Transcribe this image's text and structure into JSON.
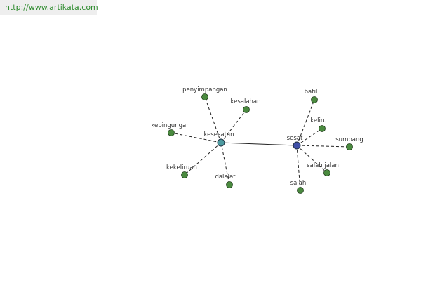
{
  "header": {
    "url": "http://www.artikata.com"
  },
  "colors": {
    "leaf_node": "#4a8a3f",
    "hub_kesesatan": "#4d9aa0",
    "hub_sesat": "#3f4fa8",
    "edge": "#222222"
  },
  "graph": {
    "hubs": [
      {
        "id": "kesesatan",
        "label": "kesesatan"
      },
      {
        "id": "sesat",
        "label": "sesat"
      }
    ],
    "leaves": [
      {
        "id": "penyimpangan",
        "label": "penyimpangan",
        "hub": "kesesatan"
      },
      {
        "id": "kesalahan",
        "label": "kesalahan",
        "hub": "kesesatan"
      },
      {
        "id": "kebingungan",
        "label": "kebingungan",
        "hub": "kesesatan"
      },
      {
        "id": "kekeliruan",
        "label": "kekeliruan",
        "hub": "kesesatan"
      },
      {
        "id": "dalalat",
        "label": "dalalat",
        "hub": "kesesatan"
      },
      {
        "id": "batil",
        "label": "batil",
        "hub": "sesat"
      },
      {
        "id": "keliru",
        "label": "keliru",
        "hub": "sesat"
      },
      {
        "id": "sumbang",
        "label": "sumbang",
        "hub": "sesat"
      },
      {
        "id": "salah-jalan",
        "label": "salah jalan",
        "hub": "sesat"
      },
      {
        "id": "salah",
        "label": "salah",
        "hub": "sesat"
      }
    ],
    "links": [
      {
        "from": "kesesatan",
        "to": "sesat"
      }
    ]
  }
}
